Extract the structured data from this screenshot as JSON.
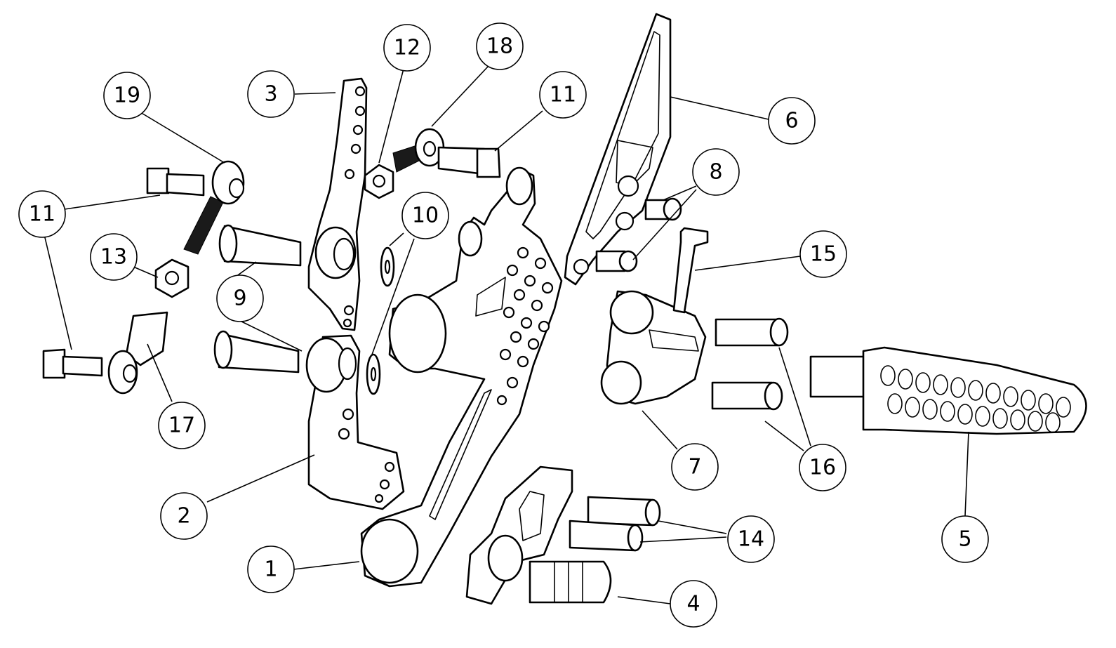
{
  "callouts": [
    {
      "id": "c1",
      "label": "1"
    },
    {
      "id": "c2",
      "label": "2"
    },
    {
      "id": "c3",
      "label": "3"
    },
    {
      "id": "c4",
      "label": "4"
    },
    {
      "id": "c5",
      "label": "5"
    },
    {
      "id": "c6",
      "label": "6"
    },
    {
      "id": "c7",
      "label": "7"
    },
    {
      "id": "c8",
      "label": "8"
    },
    {
      "id": "c9",
      "label": "9"
    },
    {
      "id": "c10",
      "label": "10"
    },
    {
      "id": "c11a",
      "label": "11"
    },
    {
      "id": "c11b",
      "label": "11"
    },
    {
      "id": "c12",
      "label": "12"
    },
    {
      "id": "c13",
      "label": "13"
    },
    {
      "id": "c14",
      "label": "14"
    },
    {
      "id": "c15",
      "label": "15"
    },
    {
      "id": "c16",
      "label": "16"
    },
    {
      "id": "c17",
      "label": "17"
    },
    {
      "id": "c18",
      "label": "18"
    },
    {
      "id": "c19",
      "label": "19"
    }
  ]
}
